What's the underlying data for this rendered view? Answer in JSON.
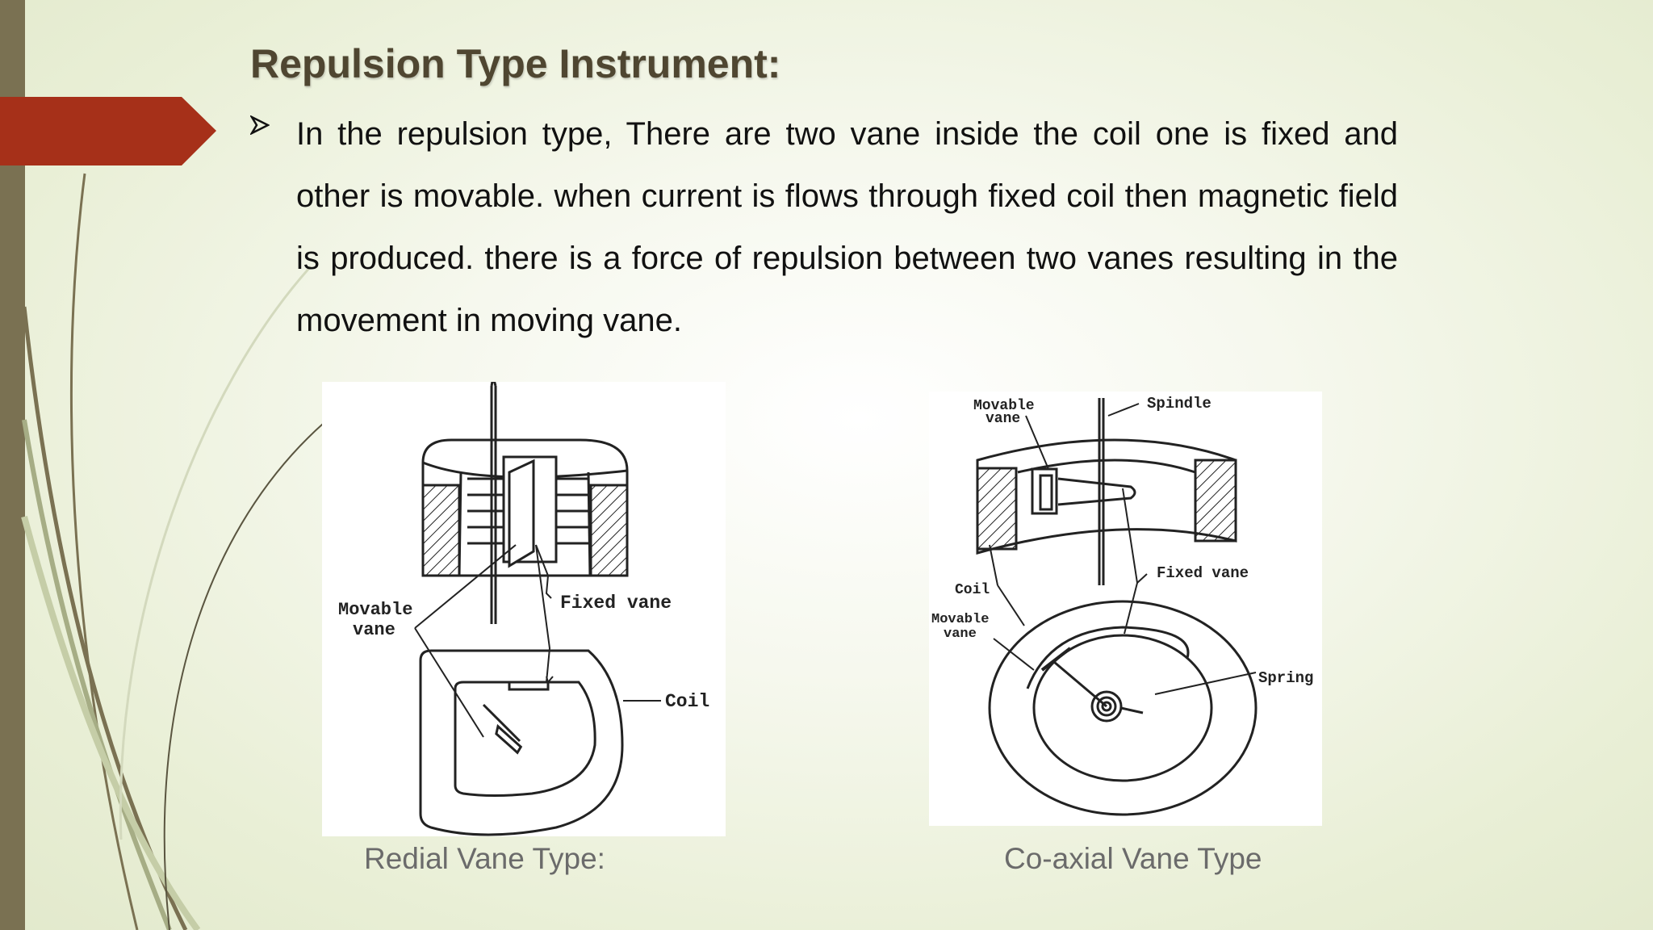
{
  "slide": {
    "title": "Repulsion Type Instrument:",
    "bullet_icon": "arrow-bullet-icon",
    "bullet_text": "In the repulsion type, There are two vane inside the coil one is fixed and other is movable. when current is flows through fixed coil  then magnetic field is produced. there is a force of repulsion between two vanes resulting in the movement in moving vane."
  },
  "figures": {
    "radial": {
      "caption": "Redial Vane Type:",
      "labels": {
        "movable_1": "Movable",
        "movable_2": "vane",
        "fixed": "Fixed  vane",
        "coil": "Coil"
      }
    },
    "coaxial": {
      "caption": "Co-axial Vane Type",
      "labels": {
        "movable_top_1": "Movable",
        "movable_top_2": "vane",
        "spindle": "Spindle",
        "fixed": "Fixed vane",
        "coil": "Coil",
        "movable_mid_1": "Movable",
        "movable_mid_2": "vane",
        "spring": "Spring"
      }
    }
  },
  "colors": {
    "accent": "#a63019",
    "side_bar": "#7a7152",
    "title": "#4f4631"
  }
}
